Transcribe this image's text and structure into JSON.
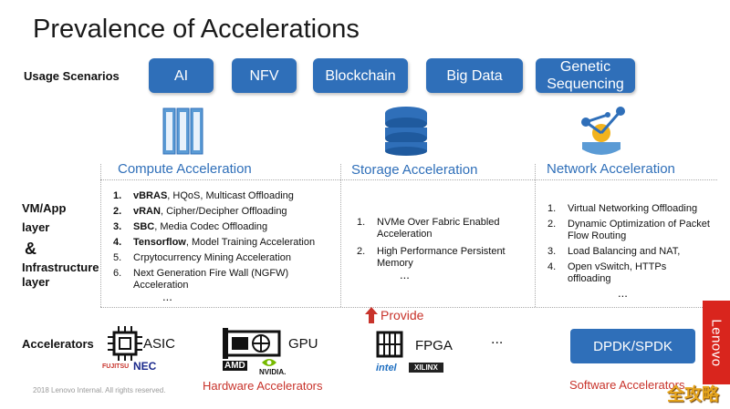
{
  "title": "Prevalence of Accelerations",
  "usage": {
    "label": "Usage Scenarios",
    "items": [
      "AI",
      "NFV",
      "Blockchain",
      "Big Data",
      "Genetic Sequencing"
    ]
  },
  "columns": {
    "compute": "Compute Acceleration",
    "storage": "Storage Acceleration",
    "network": "Network Acceleration"
  },
  "vm_label": {
    "line1": "VM/App",
    "line2": "layer",
    "line3": "&",
    "line4": "Infrastructure",
    "line5": "layer"
  },
  "compute_items": [
    {
      "num": "1.",
      "bold": "vBRAS",
      "text": ", HQoS, Multicast Offloading"
    },
    {
      "num": "2.",
      "bold": "vRAN",
      "text": ", Cipher/Decipher Offloading"
    },
    {
      "num": "3.",
      "bold": "SBC",
      "text": ", Media Codec Offloading"
    },
    {
      "num": "4.",
      "bold": "Tensorflow",
      "text": ", Model Training Acceleration"
    },
    {
      "num": "5.",
      "bold": "",
      "text": "Crpytocurrency Mining Acceleration"
    },
    {
      "num": "6.",
      "bold": "",
      "text": "Next Generation Fire Wall (NGFW) Acceleration"
    }
  ],
  "storage_items": [
    {
      "num": "1.",
      "text": "NVMe Over Fabric Enabled Acceleration"
    },
    {
      "num": "2.",
      "text": "High Performance Persistent Memory"
    }
  ],
  "network_items": [
    {
      "num": "1.",
      "text": "Virtual Networking Offloading"
    },
    {
      "num": "2.",
      "text": "Dynamic Optimization of Packet Flow Routing"
    },
    {
      "num": "3.",
      "text": "Load Balancing and NAT,"
    },
    {
      "num": "4.",
      "text": "Open vSwitch, HTTPs offloading"
    }
  ],
  "ellipsis": "...",
  "provide": "Provide",
  "accelerators": {
    "label": "Accelerators",
    "asic": "ASIC",
    "gpu": "GPU",
    "fpga": "FPGA",
    "more": "...",
    "dpdk": "DPDK/SPDK",
    "hardware_label": "Hardware Accelerators",
    "software_label": "Software Accelerators"
  },
  "logos": {
    "fujitsu": "FUJITSU",
    "nec": "NEC",
    "amd": "AMD",
    "nvidia": "NVIDIA.",
    "intel": "intel",
    "xilinx": "XILINX"
  },
  "lenovo": "Lenovo",
  "copyright": "2018 Lenovo Internal. All rights reserved.",
  "watermark": "全攻略",
  "colors": {
    "accent_blue": "#2f6fb9",
    "accent_red": "#c8332b",
    "lenovo_red": "#d9251d"
  }
}
